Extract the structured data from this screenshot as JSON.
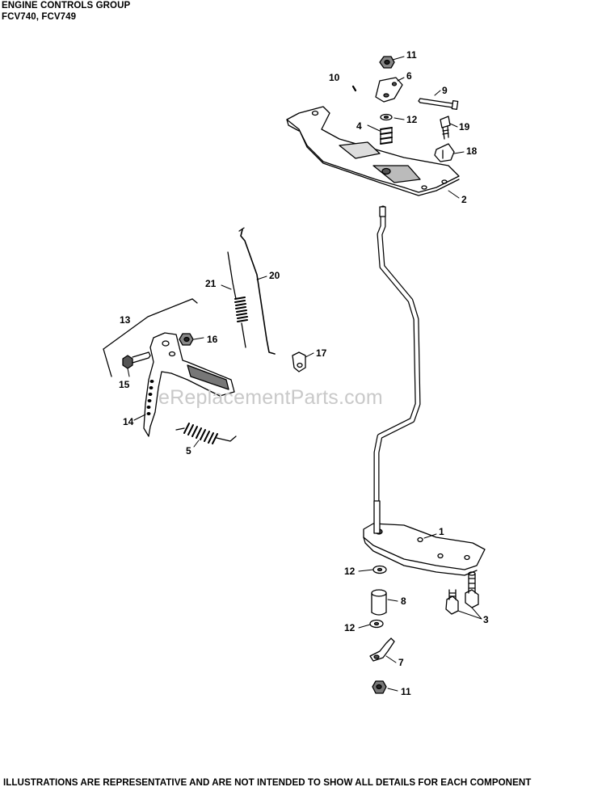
{
  "header": {
    "title": "ENGINE CONTROLS GROUP",
    "models": "FCV740, FCV749"
  },
  "watermark": "eReplacementParts.com",
  "footer": "ILLUSTRATIONS ARE REPRESENTATIVE AND ARE NOT INTENDED TO SHOW ALL DETAILS FOR EACH COMPONENT",
  "callouts": [
    "11",
    "10",
    "6",
    "9",
    "4",
    "12",
    "19",
    "18",
    "2",
    "21",
    "20",
    "13",
    "16",
    "17",
    "15",
    "14",
    "5",
    "1",
    "12",
    "8",
    "3",
    "12",
    "7",
    "11"
  ]
}
